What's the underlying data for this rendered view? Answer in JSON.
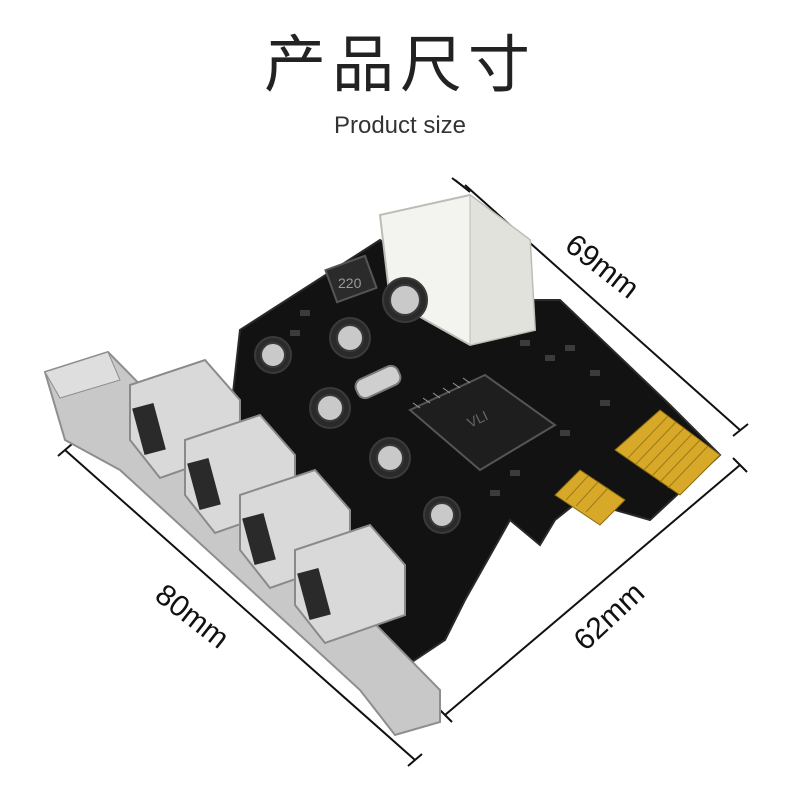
{
  "header": {
    "title_zh": "产品尺寸",
    "title_en": "Product size"
  },
  "dimensions": {
    "depth_label": "69mm",
    "length_label": "80mm",
    "width_label": "62mm"
  },
  "card": {
    "usb_ports": 4,
    "inductor_marking": "220",
    "chip_marking": "VLI",
    "pcb_color": "#111111",
    "bracket_color": "#c8c8c8",
    "gold_finger_color": "#d8a928",
    "molex_color": "#f3f3f0"
  }
}
